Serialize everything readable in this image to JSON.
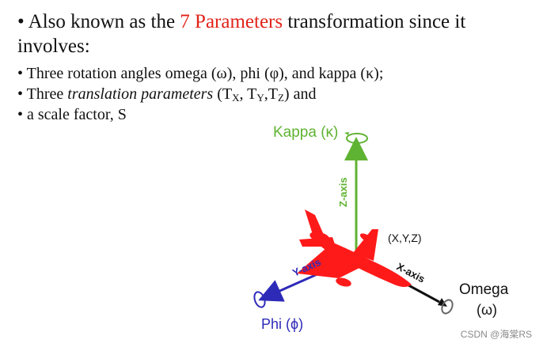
{
  "bullets": {
    "marker": "•",
    "line1": {
      "before": "Also known as the",
      "highlight": "7 Parameters",
      "after": "transformation since it"
    },
    "line2": "involves:",
    "line3": "Three rotation angles omega (ω), phi (φ), and kappa (κ);",
    "line4": {
      "before": "Three",
      "italic": "translation parameters",
      "open": "(T",
      "sub_x": "X",
      "mid1": ", T",
      "sub_y": "Y",
      "mid2": ",T",
      "sub_z": "Z",
      "after": ") and"
    },
    "line5": "a scale factor, S"
  },
  "figure": {
    "kappa_label": "Kappa (κ)",
    "z_axis_label": "Z-axis",
    "xyz_label": "(X,Y,Z)",
    "y_axis_label": "Y-axis",
    "x_axis_label": "X-axis",
    "omega_label": "Omega",
    "omega_symbol": "(ω)",
    "phi_label": "Phi (ϕ)",
    "colors": {
      "z_axis": "#5fb332",
      "y_axis": "#2e2ab8",
      "x_axis": "#111111",
      "aircraft": "#ff1a1a",
      "highlight_text": "#e2231a"
    }
  },
  "watermark": "CSDN @海棠RS"
}
